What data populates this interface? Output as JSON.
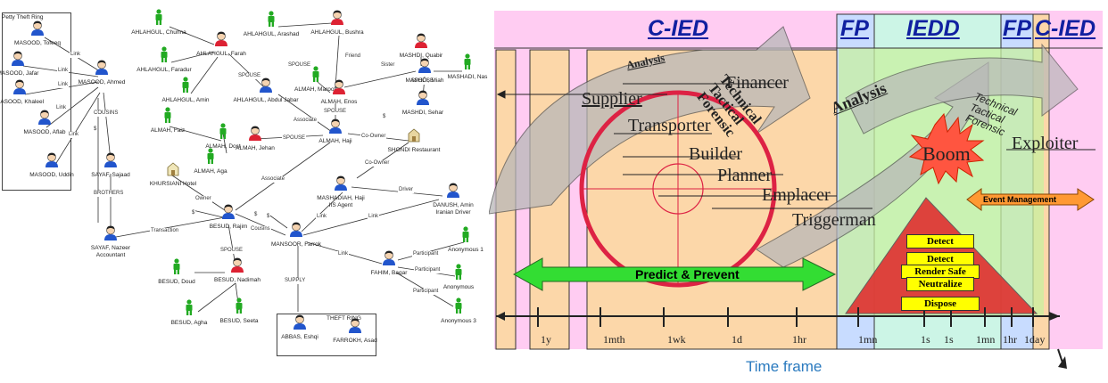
{
  "network": {
    "groups": {
      "petty": "Petty Theft Ring",
      "theft": "THEFT RING"
    },
    "people": [
      {
        "id": "masood_tofeeq",
        "name": "MASOOD, Tofeeq",
        "color": "blue"
      },
      {
        "id": "masood_jafar",
        "name": "MASOOD, Jafar",
        "color": "blue"
      },
      {
        "id": "masood_khaleel",
        "name": "MASOOD, Khaleel",
        "color": "blue"
      },
      {
        "id": "masood_ahmed",
        "name": "MASOOD, Ahmed",
        "color": "blue"
      },
      {
        "id": "masood_aflab",
        "name": "MASOOD, Aflab",
        "color": "blue"
      },
      {
        "id": "masood_uddin",
        "name": "MASOOD, Uddin",
        "color": "blue"
      },
      {
        "id": "sayaf_sajaad",
        "name": "SAYAF, Sajaad",
        "color": "blue"
      },
      {
        "id": "sayaf_nazeer",
        "name": "SAYAF, Nazeer\nAccountant",
        "color": "blue"
      },
      {
        "id": "ahlahgul_chunna",
        "name": "AHLAHGUL, Chunna",
        "color": "green"
      },
      {
        "id": "ahlahgul_faradur",
        "name": "AHLAHGUL, Faradur",
        "color": "green"
      },
      {
        "id": "ahlahgul_farah",
        "name": "AHLAHGUL, Farah",
        "color": "red"
      },
      {
        "id": "ahlahgul_amin",
        "name": "AHLAHGUL, Amin",
        "color": "green"
      },
      {
        "id": "ahlahgul_arashad",
        "name": "AHLAHGUL, Arashad",
        "color": "green"
      },
      {
        "id": "ahlahgul_bushra",
        "name": "AHLAHGUL, Bushra",
        "color": "red"
      },
      {
        "id": "ahlahgul_abduljabar",
        "name": "AHLAHGUL, Abdul Jabar",
        "color": "blue"
      },
      {
        "id": "almah_marooff",
        "name": "ALMAH, Marooff",
        "color": "green"
      },
      {
        "id": "almah_enos",
        "name": "ALMAH, Enos",
        "color": "red"
      },
      {
        "id": "mashdi_quabir",
        "name": "MASHDI, Quabir",
        "color": "red"
      },
      {
        "id": "mashdi_miah",
        "name": "MASHDI, Miah",
        "color": "blue"
      },
      {
        "id": "mashadi_nas",
        "name": "MASHADI, Nas",
        "color": "green"
      },
      {
        "id": "mashdi_sehar",
        "name": "MASHDI, Sehar",
        "color": "blue"
      },
      {
        "id": "almah_faiz",
        "name": "ALMAH, Faiz",
        "color": "green"
      },
      {
        "id": "almah_dost",
        "name": "ALMAH, Dost",
        "color": "green"
      },
      {
        "id": "almah_jehan",
        "name": "ALMAH, Jehan",
        "color": "red"
      },
      {
        "id": "almah_aga",
        "name": "ALMAH, Aga",
        "color": "green"
      },
      {
        "id": "almah_haji",
        "name": "ALMAH, Haji",
        "color": "blue"
      },
      {
        "id": "mashadiah_haji",
        "name": "MASHADIAH, Haji\nIIS Agent",
        "color": "blue"
      },
      {
        "id": "danush_amin",
        "name": "DANUSH, Amin\nIranian Driver",
        "color": "blue"
      },
      {
        "id": "besud_rajim",
        "name": "BESUD, Rajim",
        "color": "blue"
      },
      {
        "id": "mansoor_farrok",
        "name": "MANSOOR, Farrok",
        "color": "blue"
      },
      {
        "id": "fahim_baqar",
        "name": "FAHIM, Baqar",
        "color": "blue"
      },
      {
        "id": "anon1",
        "name": "Anonymous 1",
        "color": "green"
      },
      {
        "id": "anon2",
        "name": "Anonymous",
        "color": "green"
      },
      {
        "id": "anon3",
        "name": "Anonymous 3",
        "color": "green"
      },
      {
        "id": "besud_doud",
        "name": "BESUD, Doud",
        "color": "green"
      },
      {
        "id": "besud_nadimah",
        "name": "BESUD, Nadimah",
        "color": "red"
      },
      {
        "id": "besud_agha",
        "name": "BESUD, Agha",
        "color": "green"
      },
      {
        "id": "besud_seeta",
        "name": "BESUD, Seeta",
        "color": "green"
      },
      {
        "id": "abbas_eshqi",
        "name": "ABBAS, Eshqi",
        "color": "blue"
      },
      {
        "id": "farrokh_asad",
        "name": "FARROKH, Asad",
        "color": "blue"
      }
    ],
    "places": [
      {
        "id": "shondi",
        "name": "SHONDI Restaurant"
      },
      {
        "id": "khursiani",
        "name": "KHURSIANI Hotel"
      }
    ],
    "relations": [
      "Link",
      "Link",
      "Link",
      "Link",
      "Link",
      "COUSINS",
      "BROTHERS",
      "SPOUSE",
      "SPOUSE",
      "Friend",
      "Sister",
      "SPOUSE",
      "Associate",
      "SPOUSE",
      "SPOUSE",
      "Co-Owner",
      "Co-Owner",
      "Associate",
      "Owner",
      "Driver",
      "Link",
      "Link",
      "Transaction",
      "Cousins",
      "SPOUSE",
      "Link",
      "Participant",
      "Participant",
      "Participant",
      "SUPPLY"
    ],
    "symbols": [
      "$",
      "$",
      "$",
      "$",
      "$"
    ]
  },
  "cied": {
    "headers": {
      "cied1": "C-IED",
      "fp1": "FP",
      "iedd": "IEDD",
      "fp2": "FP",
      "cied2": "C-IED"
    },
    "roles": {
      "supplier": "Supplier",
      "financer": "Financer",
      "transporter": "Transporter",
      "builder": "Builder",
      "planner": "Planner",
      "emplacer": "Emplacer",
      "triggerman": "Triggerman",
      "exploiter": "Exploiter"
    },
    "analysis_label": "Analysis",
    "arrow_left_text": "Technical\nTactical\nForensic",
    "arrow_right_text": "Technical\nTactical\nForensic",
    "analysis_right": "Analysis",
    "boom": "Boom",
    "predict": "Predict & Prevent",
    "event": "Event Management",
    "layers": [
      "Detect",
      "Detect",
      "Render Safe",
      "Neutralize",
      "Dispose"
    ],
    "ticks": [
      "1y",
      "1mth",
      "1wk",
      "1d",
      "1hr",
      "1mn",
      "1s",
      "1s",
      "1mn",
      "1hr",
      "1day"
    ],
    "time_frame": "Time frame",
    "colors": {
      "cied_bg": "#ffccf2",
      "timeline_bg": "#fcd7a9",
      "fp_bg": "#c8dcff",
      "iedd_bg": "#ccf5e6",
      "iedd_green": "#c8f0a0",
      "predict": "#33cc33",
      "event": "#ff9933",
      "pyramid": "#e03030",
      "target": "#dd2244",
      "header": "#1020a0"
    }
  }
}
